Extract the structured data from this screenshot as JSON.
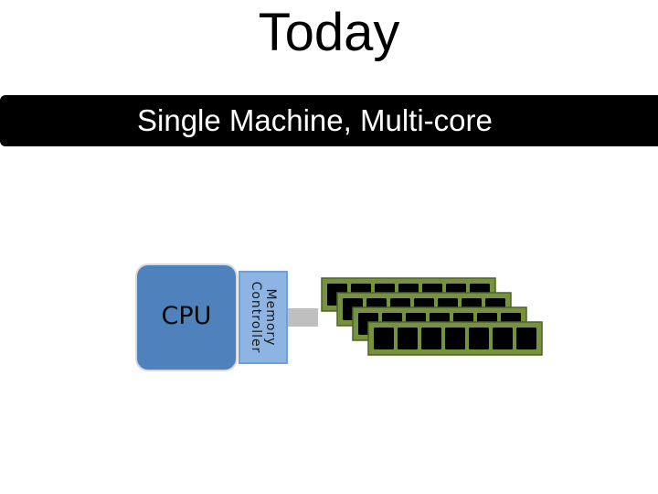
{
  "slide": {
    "title": "Today",
    "banner": "Single Machine, Multi-core"
  },
  "diagram": {
    "cpu_label": "CPU",
    "memory_controller_label": [
      "Memory",
      "Controller"
    ],
    "memory_module_count": 4,
    "colors": {
      "cpu_fill": "#4f81bd",
      "memory_controller_fill": "#8db4e2",
      "connector_fill": "#bfbfbf",
      "memory_module_fill": "#76923c",
      "memory_chip_fill": "#000000",
      "banner_fill": "#000000"
    }
  }
}
